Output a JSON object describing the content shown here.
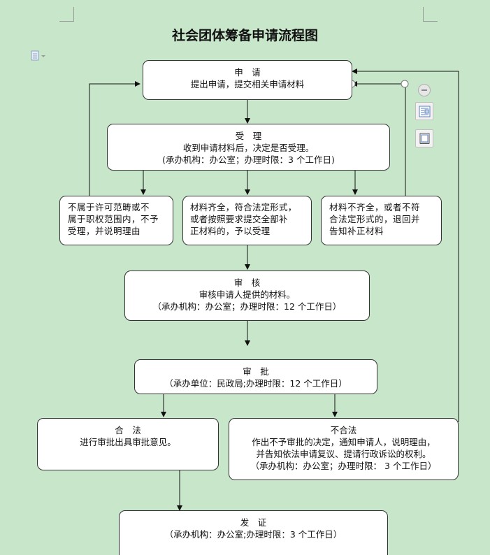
{
  "title": "社会团体筹备申请流程图",
  "nodes": {
    "apply": {
      "heading": "申　请",
      "text": "提出申请，提交相关申请材料"
    },
    "accept": {
      "heading": "受　理",
      "text": "收到申请材料后，决定是否受理。",
      "note": "(承办机构：办公室；办理时限：3 个工作日)"
    },
    "reject_scope": {
      "lines": [
        "不属于许可范畴或不",
        "属于职权范围内，不予",
        "受理，并说明理由"
      ]
    },
    "accepted": {
      "lines": [
        "材料齐全，符合法定形式，",
        "或者按照要求提交全部补",
        "正材料的，予以受理"
      ]
    },
    "incomplete": {
      "lines": [
        "材料不齐全，或者不符",
        "合法定形式的，退回并",
        "告知补正材料"
      ]
    },
    "review": {
      "heading": "审　核",
      "text": "审核申请人提供的材料。",
      "note": "（承办机构：办公室；办理时限：12 个工作日）"
    },
    "approve": {
      "heading": "审　批",
      "note": "（承办单位：民政局;办理时限：12 个工作日）"
    },
    "legal": {
      "heading": "合　法",
      "text": "进行审批出具审批意见。"
    },
    "illegal": {
      "heading": "不合法",
      "lines": [
        "作出不予审批的决定，通知申请人，说明理由，",
        "并告知依法申请复议、提请行政诉讼的权利。",
        "（承办机构：办公室；办理时限：  3 个工作日）"
      ]
    },
    "certificate": {
      "heading": "发　证",
      "note": "（承办机构：办公室;办理时限：3 个工作日）"
    }
  },
  "toolbar": {
    "collapse_icon": "minus-circle-icon",
    "layout_icon": "layout-options-icon",
    "frame_icon": "full-page-frame-icon",
    "document_icon": "document-icon"
  }
}
